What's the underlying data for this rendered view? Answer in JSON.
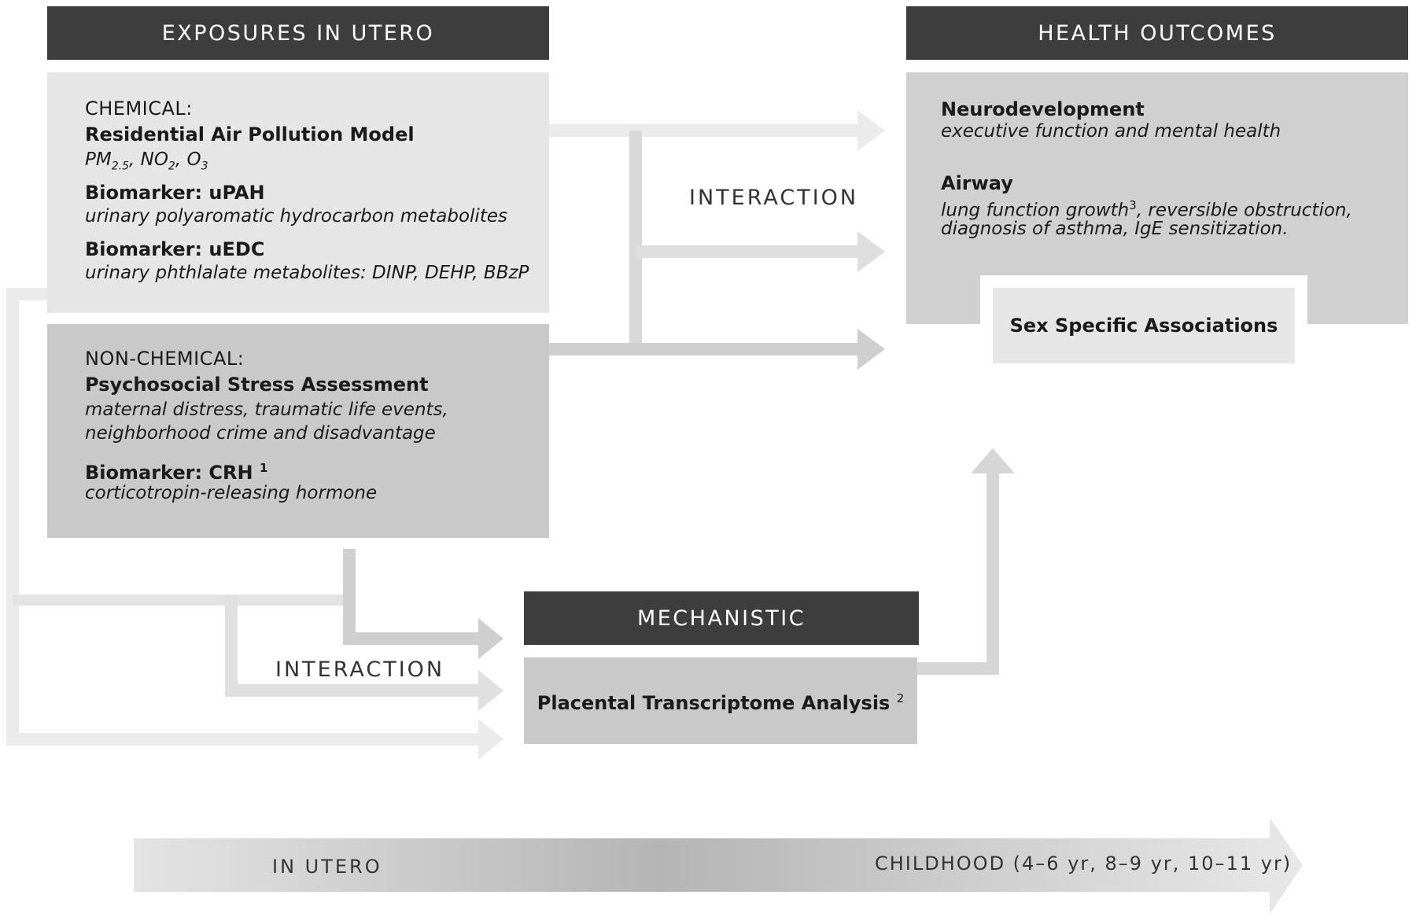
{
  "headers": {
    "exposures": "EXPOSURES IN UTERO",
    "outcomes": "HEALTH OUTCOMES",
    "mechanistic": "MECHANISTIC"
  },
  "chemical": {
    "heading": "CHEMICAL:",
    "model_title": "Residential Air Pollution Model",
    "pollutants": {
      "pm": "PM",
      "pm_sub": "2.5",
      "no": "NO",
      "no_sub": "2",
      "o": "O",
      "o_sub": "3"
    },
    "upah_title": "Biomarker: uPAH",
    "upah_desc": "urinary polyaromatic hydrocarbon metabolites",
    "uedc_title": "Biomarker: uEDC",
    "uedc_desc": "urinary phthlalate metabolites: DINP, DEHP,  BBzP"
  },
  "non_chemical": {
    "heading": "NON-CHEMICAL:",
    "stress_title": "Psychosocial Stress Assessment",
    "stress_desc_1": "maternal distress, traumatic life events,",
    "stress_desc_2": "neighborhood crime and disadvantage",
    "crh_title": "Biomarker: CRH",
    "crh_ref": "1",
    "crh_desc": "corticotropin-releasing hormone"
  },
  "outcomes": {
    "neuro_title": "Neurodevelopment",
    "neuro_desc": "executive function and mental health",
    "airway_title": "Airway",
    "airway_desc_1a": "lung function growth",
    "airway_ref": "3",
    "airway_desc_1b": ", reversible obstruction,",
    "airway_desc_2": "diagnosis of asthma, IgE sensitization.",
    "sex_specific": "Sex Specific Associations"
  },
  "mechanistic": {
    "placental": "Placental Transcriptome Analysis",
    "placental_ref": "2"
  },
  "interaction_labels": {
    "top": "INTERACTION",
    "bottom": "INTERACTION"
  },
  "timeline": {
    "start": "IN UTERO",
    "end": "CHILDHOOD (4–6 yr, 8–9 yr, 10–11 yr)"
  },
  "colors": {
    "header_bg": "#3d3d3d",
    "light_box": "#e6e6e6",
    "mid_box": "#c9c9c9",
    "connector_light": "#e8e8e8",
    "connector_mid": "#cfcfcf"
  }
}
